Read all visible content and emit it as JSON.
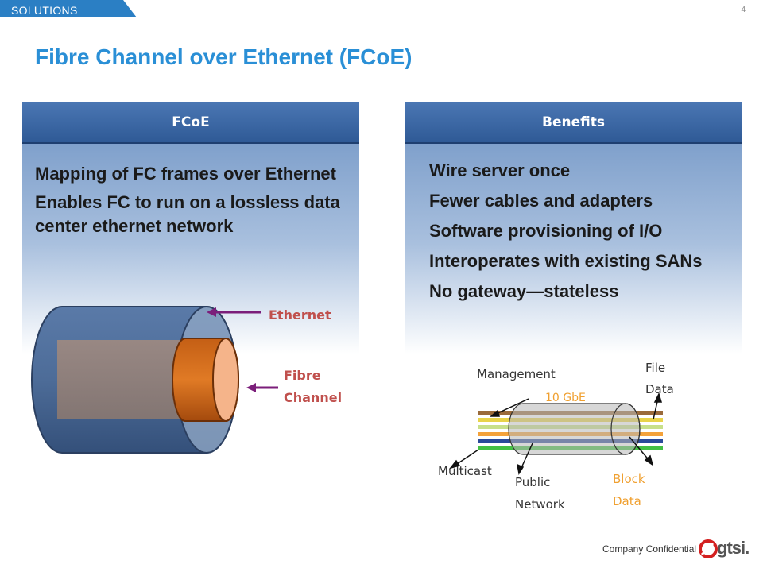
{
  "header": {
    "section_tag": "SOLUTIONS",
    "page_number": "4",
    "title": "Fibre Channel over Ethernet (FCoE)"
  },
  "left_panel": {
    "heading": "FCoE",
    "bullets": [
      "Mapping of FC frames over Ethernet",
      "Enables FC to run on a lossless data center ethernet network"
    ],
    "diagram": {
      "ethernet_label": "Ethernet",
      "fibre_label_line1": "Fibre",
      "fibre_label_line2": "Channel"
    }
  },
  "right_panel": {
    "heading": "Benefits",
    "bullets": [
      "Wire server once",
      "Fewer cables and adapters",
      "Software provisioning of I/O",
      "Interoperates with existing SANs",
      "No gateway—stateless"
    ],
    "diagram": {
      "management": "Management",
      "speed": "10 GbE",
      "file_line1": "File",
      "file_line2": "Data",
      "multicast": "Multicast",
      "public_line1": "Public",
      "public_line2": "Network",
      "block_line1": "Block",
      "block_line2": "Data"
    }
  },
  "footer": {
    "confidential": "Company Confidential",
    "logo_text": "gtsi."
  },
  "colors": {
    "title_blue": "#2a8fd6",
    "tag_blue": "#2b7fc4",
    "label_red": "#c0504d",
    "label_orange": "#f0a030",
    "arrow_purple": "#7b1e7a"
  }
}
